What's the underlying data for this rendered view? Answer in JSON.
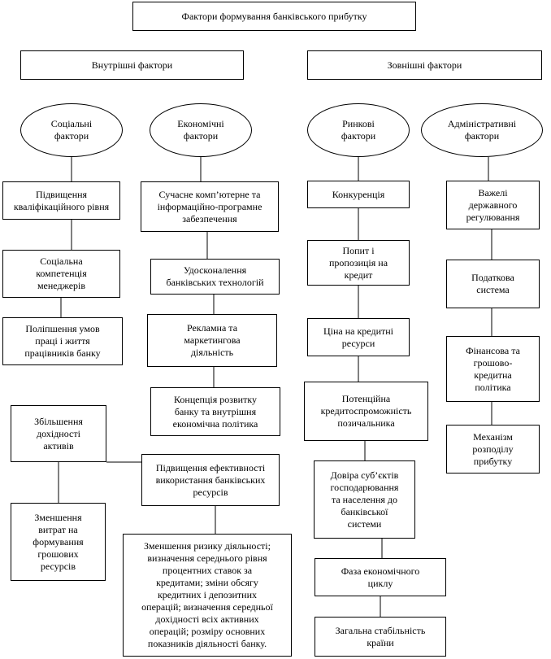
{
  "title": "Фактори формування банківського прибутку",
  "groups": {
    "internal": "Внутрішні фактори",
    "external": "Зовнішні фактори"
  },
  "categories": {
    "social": "Соціальні\nфактори",
    "economic": "Економічні\nфактори",
    "market": "Ринкові\nфактори",
    "administrative": "Адміністративні\nфактори"
  },
  "social_factors": [
    "Підвищення\nкваліфікаційного рівня",
    "Соціальна\nкомпетенція\nменеджерів",
    "Поліпшення умов\nпраці і життя\nпрацівників банку"
  ],
  "economic_factors": [
    "Сучасне комп’ютерне та\nінформаційно-програмне\nзабезпечення",
    "Удосконалення\nбанківських технологій",
    "Рекламна та\nмаркетингова\nдіяльність",
    "Концепція розвитку\nбанку та внутрішня\nекономічна політика"
  ],
  "efficiency": {
    "main": "Підвищення ефективності\nвикористання банківських\nресурсів",
    "income": "Збільшення\nдохідності\nактивів",
    "costs": "Зменшення\nвитрат на\nформування\nгрошових\nресурсів",
    "risk": "Зменшення ризику діяльності;\nвизначення середнього рівня\nпроцентних ставок за\nкредитами; зміни обсягу\nкредитних і депозитних\nоперацій; визначення середньої\nдохідності всіх активних\nоперацій; розміру основних\nпоказників діяльності банку."
  },
  "market_factors": [
    "Конкуренція",
    "Попит і\nпропозиція на\nкредит",
    "Ціна на кредитні\nресурси",
    "Потенційна\nкредитоспроможність\nпозичальника",
    "Довіра суб’єктів\nгосподарювання\nта населення до\nбанківської\nсистеми",
    "Фаза економічного\nциклу",
    "Загальна стабільність\nкраїни"
  ],
  "administrative_factors": [
    "Важелі\nдержавного\nрегулювання",
    "Податкова\nсистема",
    "Фінансова та\nгрошово-\nкредитна\nполітика",
    "Механізм\nрозподілу\nприбутку"
  ]
}
